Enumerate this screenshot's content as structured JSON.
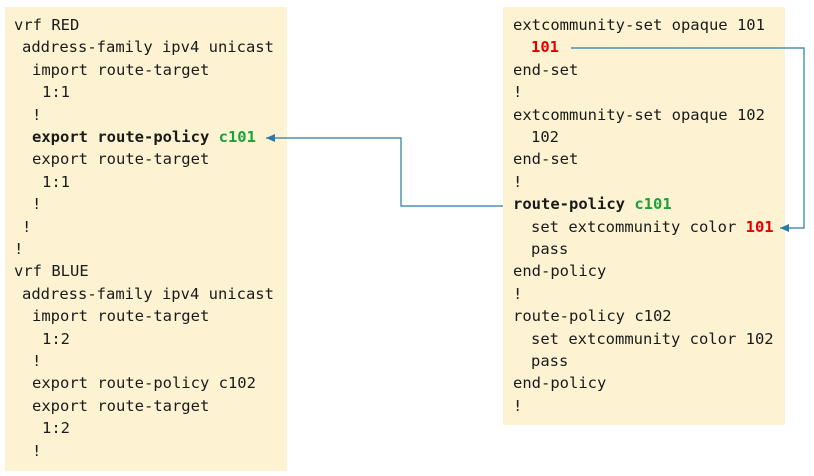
{
  "left_config": {
    "lines": [
      {
        "indent": 0,
        "parts": [
          {
            "text": "vrf RED"
          }
        ]
      },
      {
        "indent": 1,
        "parts": [
          {
            "text": "address-family ipv4 unicast"
          }
        ]
      },
      {
        "indent": 2,
        "parts": [
          {
            "text": "import route-target"
          }
        ]
      },
      {
        "indent": 3,
        "parts": [
          {
            "text": "1:1"
          }
        ]
      },
      {
        "indent": 2,
        "parts": [
          {
            "text": "!"
          }
        ]
      },
      {
        "indent": 2,
        "parts": [
          {
            "text": "export route-policy ",
            "bold": true
          },
          {
            "text": "c101",
            "color": "green"
          }
        ]
      },
      {
        "indent": 2,
        "parts": [
          {
            "text": "export route-target"
          }
        ]
      },
      {
        "indent": 3,
        "parts": [
          {
            "text": "1:1"
          }
        ]
      },
      {
        "indent": 2,
        "parts": [
          {
            "text": "!"
          }
        ]
      },
      {
        "indent": 1,
        "parts": [
          {
            "text": "!"
          }
        ]
      },
      {
        "indent": 0,
        "parts": [
          {
            "text": "!"
          }
        ]
      },
      {
        "indent": 0,
        "parts": [
          {
            "text": "vrf BLUE"
          }
        ]
      },
      {
        "indent": 1,
        "parts": [
          {
            "text": "address-family ipv4 unicast"
          }
        ]
      },
      {
        "indent": 2,
        "parts": [
          {
            "text": "import route-target"
          }
        ]
      },
      {
        "indent": 3,
        "parts": [
          {
            "text": "1:2"
          }
        ]
      },
      {
        "indent": 2,
        "parts": [
          {
            "text": "!"
          }
        ]
      },
      {
        "indent": 2,
        "parts": [
          {
            "text": "export route-policy c102"
          }
        ]
      },
      {
        "indent": 2,
        "parts": [
          {
            "text": "export route-target"
          }
        ]
      },
      {
        "indent": 3,
        "parts": [
          {
            "text": "1:2"
          }
        ]
      },
      {
        "indent": 2,
        "parts": [
          {
            "text": "!"
          }
        ]
      }
    ]
  },
  "right_config": {
    "lines": [
      {
        "indent": 0,
        "parts": [
          {
            "text": "extcommunity-set opaque 101"
          }
        ]
      },
      {
        "indent": 2,
        "parts": [
          {
            "text": "101",
            "color": "red"
          }
        ]
      },
      {
        "indent": 0,
        "parts": [
          {
            "text": "end-set"
          }
        ]
      },
      {
        "indent": 0,
        "parts": [
          {
            "text": "!"
          }
        ]
      },
      {
        "indent": 0,
        "parts": [
          {
            "text": "extcommunity-set opaque 102"
          }
        ]
      },
      {
        "indent": 2,
        "parts": [
          {
            "text": "102"
          }
        ]
      },
      {
        "indent": 0,
        "parts": [
          {
            "text": "end-set"
          }
        ]
      },
      {
        "indent": 0,
        "parts": [
          {
            "text": "!"
          }
        ]
      },
      {
        "indent": 0,
        "parts": [
          {
            "text": "route-policy ",
            "bold": true
          },
          {
            "text": "c101",
            "color": "green"
          }
        ]
      },
      {
        "indent": 2,
        "parts": [
          {
            "text": "set extcommunity color "
          },
          {
            "text": "101",
            "color": "red"
          }
        ]
      },
      {
        "indent": 2,
        "parts": [
          {
            "text": "pass"
          }
        ]
      },
      {
        "indent": 0,
        "parts": [
          {
            "text": "end-policy"
          }
        ]
      },
      {
        "indent": 0,
        "parts": [
          {
            "text": "!"
          }
        ]
      },
      {
        "indent": 0,
        "parts": [
          {
            "text": "route-policy c102"
          }
        ]
      },
      {
        "indent": 2,
        "parts": [
          {
            "text": "set extcommunity color 102"
          }
        ]
      },
      {
        "indent": 2,
        "parts": [
          {
            "text": "pass"
          }
        ]
      },
      {
        "indent": 0,
        "parts": [
          {
            "text": "end-policy"
          }
        ]
      },
      {
        "indent": 0,
        "parts": [
          {
            "text": "!"
          }
        ]
      }
    ]
  },
  "colors": {
    "panel_background": "#fdf3d2",
    "policy_name": "#1aa33a",
    "color_value": "#e00000",
    "connector": "#2a7aa8"
  }
}
